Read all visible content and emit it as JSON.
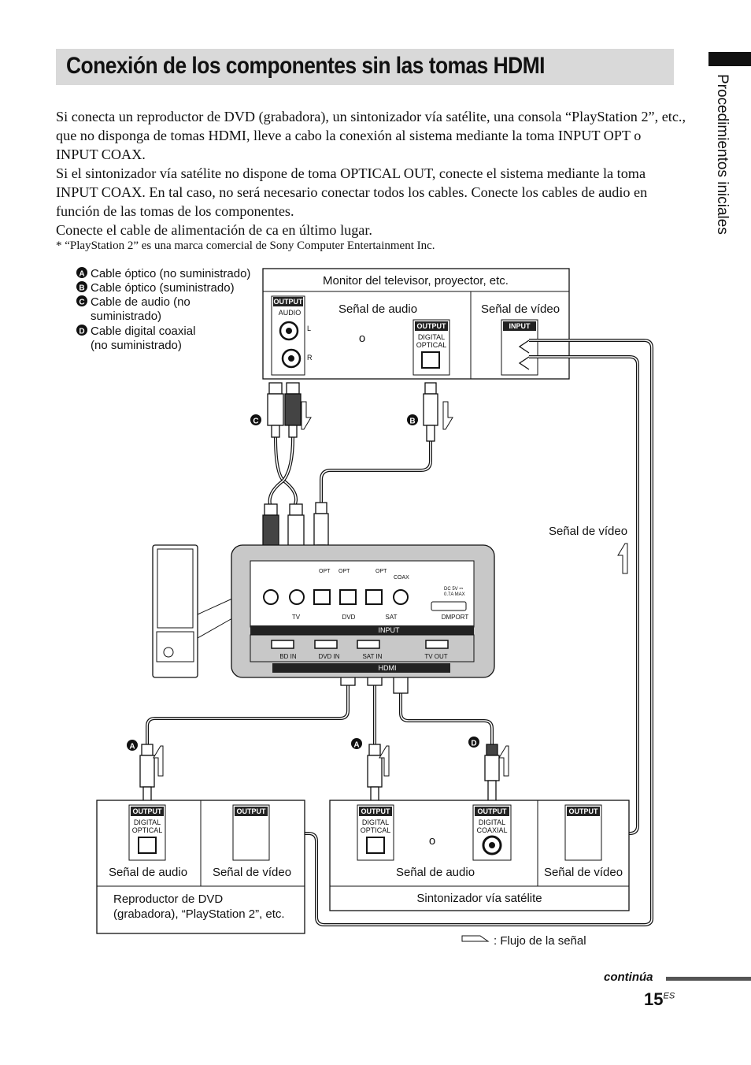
{
  "title": "Conexión de los componentes sin las tomas HDMI",
  "side_label": "Procedimientos iniciales",
  "intro": [
    "Si conecta un reproductor de DVD (grabadora), un sintonizador vía satélite, una consola “PlayStation 2”, etc., que no disponga de tomas HDMI, lleve a cabo la conexión al sistema mediante la toma INPUT OPT o INPUT COAX.",
    "Si el sintonizador vía satélite no dispone de toma OPTICAL OUT, conecte el sistema mediante la toma INPUT COAX. En tal caso, no será necesario conectar todos los cables. Conecte los cables de audio en función de las tomas de los componentes.",
    "Conecte el cable de alimentación de ca en último lugar."
  ],
  "footnote": "*   “PlayStation 2” es una marca comercial de Sony Computer Entertainment Inc.",
  "legend": [
    {
      "letter": "A",
      "text": "Cable óptico (no suministrado)"
    },
    {
      "letter": "B",
      "text": "Cable óptico (suministrado)"
    },
    {
      "letter": "C",
      "text": "Cable de audio (no",
      "text2": "suministrado)"
    },
    {
      "letter": "D",
      "text": "Cable digital coaxial",
      "text2": "(no suministrado)"
    }
  ],
  "tv_box": {
    "title": "Monitor del televisor, proyector, etc.",
    "audio_label": "Señal de audio",
    "video_label": "Señal de vídeo",
    "or": "o",
    "output_badge": "OUTPUT",
    "audio_jack": "AUDIO",
    "l": "L",
    "r": "R",
    "digital": "DIGITAL",
    "optical": "OPTICAL",
    "input_badge": "INPUT"
  },
  "video_signal_label": "Señal de vídeo",
  "unit_panel": {
    "opt": "OPT",
    "coax": "COAX",
    "tv": "TV",
    "dvd": "DVD",
    "sat": "SAT",
    "dc": "DC 5V ⎓",
    "dc2": "0.7A MAX",
    "dmport": "DMPORT",
    "input": "INPUT",
    "bd_in": "BD IN",
    "dvd_in": "DVD IN",
    "sat_in": "SAT IN",
    "tv_out": "TV OUT",
    "hdmi": "HDMI"
  },
  "dvd_box": {
    "audio_label": "Señal de audio",
    "video_label": "Señal de vídeo",
    "name_line1": "Reproductor de DVD",
    "name_line2": "(grabadora), “PlayStation 2”, etc.",
    "output_badge": "OUTPUT",
    "digital": "DIGITAL",
    "optical": "OPTICAL"
  },
  "sat_box": {
    "audio_label": "Señal de audio",
    "video_label": "Señal de vídeo",
    "name": "Sintonizador vía satélite",
    "or": "o",
    "output_badge": "OUTPUT",
    "digital": "DIGITAL",
    "optical": "OPTICAL",
    "coaxial": "COAXIAL"
  },
  "flow_legend": ": Flujo de la señal",
  "continues": "continúa",
  "page_number": "15",
  "page_suffix": "ES",
  "colors": {
    "title_bg": "#d9d9d9",
    "panel_gray": "#c8c8c8",
    "badge": "#222222"
  }
}
